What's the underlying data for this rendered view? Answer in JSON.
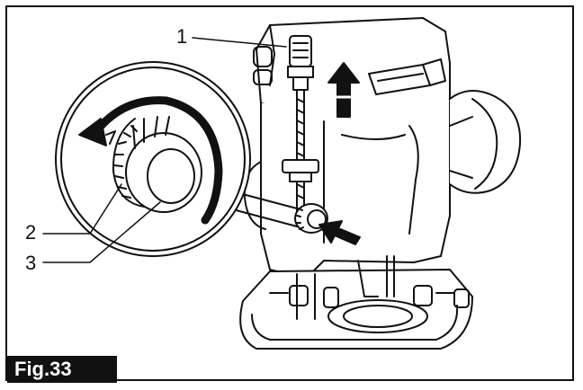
{
  "figure": {
    "label": "Fig.33",
    "callouts": [
      {
        "id": "1",
        "text": "1"
      },
      {
        "id": "2",
        "text": "2"
      },
      {
        "id": "3",
        "text": "3"
      }
    ]
  }
}
